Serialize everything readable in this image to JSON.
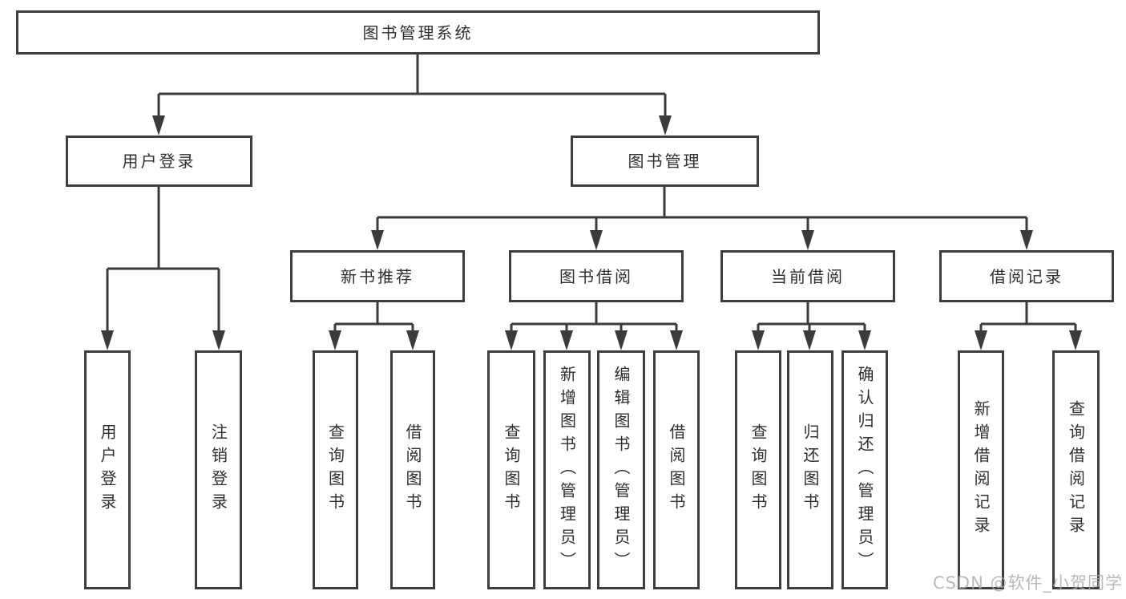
{
  "title": "图书管理系统",
  "branches": {
    "user": {
      "label": "用户登录",
      "children": [
        "用户登录",
        "注销登录"
      ]
    },
    "books": {
      "label": "图书管理",
      "sections": [
        {
          "label": "新书推荐",
          "children": [
            "查询图书",
            "借阅图书"
          ]
        },
        {
          "label": "图书借阅",
          "children": [
            "查询图书",
            "新增图书（管理员）",
            "编辑图书（管理员）",
            "借阅图书"
          ]
        },
        {
          "label": "当前借阅",
          "children": [
            "查询图书",
            "归还图书",
            "确认归还（管理员）"
          ]
        },
        {
          "label": "借阅记录",
          "children": [
            "新增借阅记录",
            "查询借阅记录"
          ]
        }
      ]
    }
  },
  "watermark": "CSDN @软件_小贺同学",
  "colors": {
    "line": "#3b3b3b",
    "box_border": "#3d3d3d",
    "text": "#2f2f2f",
    "watermark": "#adadad",
    "background": "#ffffff"
  }
}
